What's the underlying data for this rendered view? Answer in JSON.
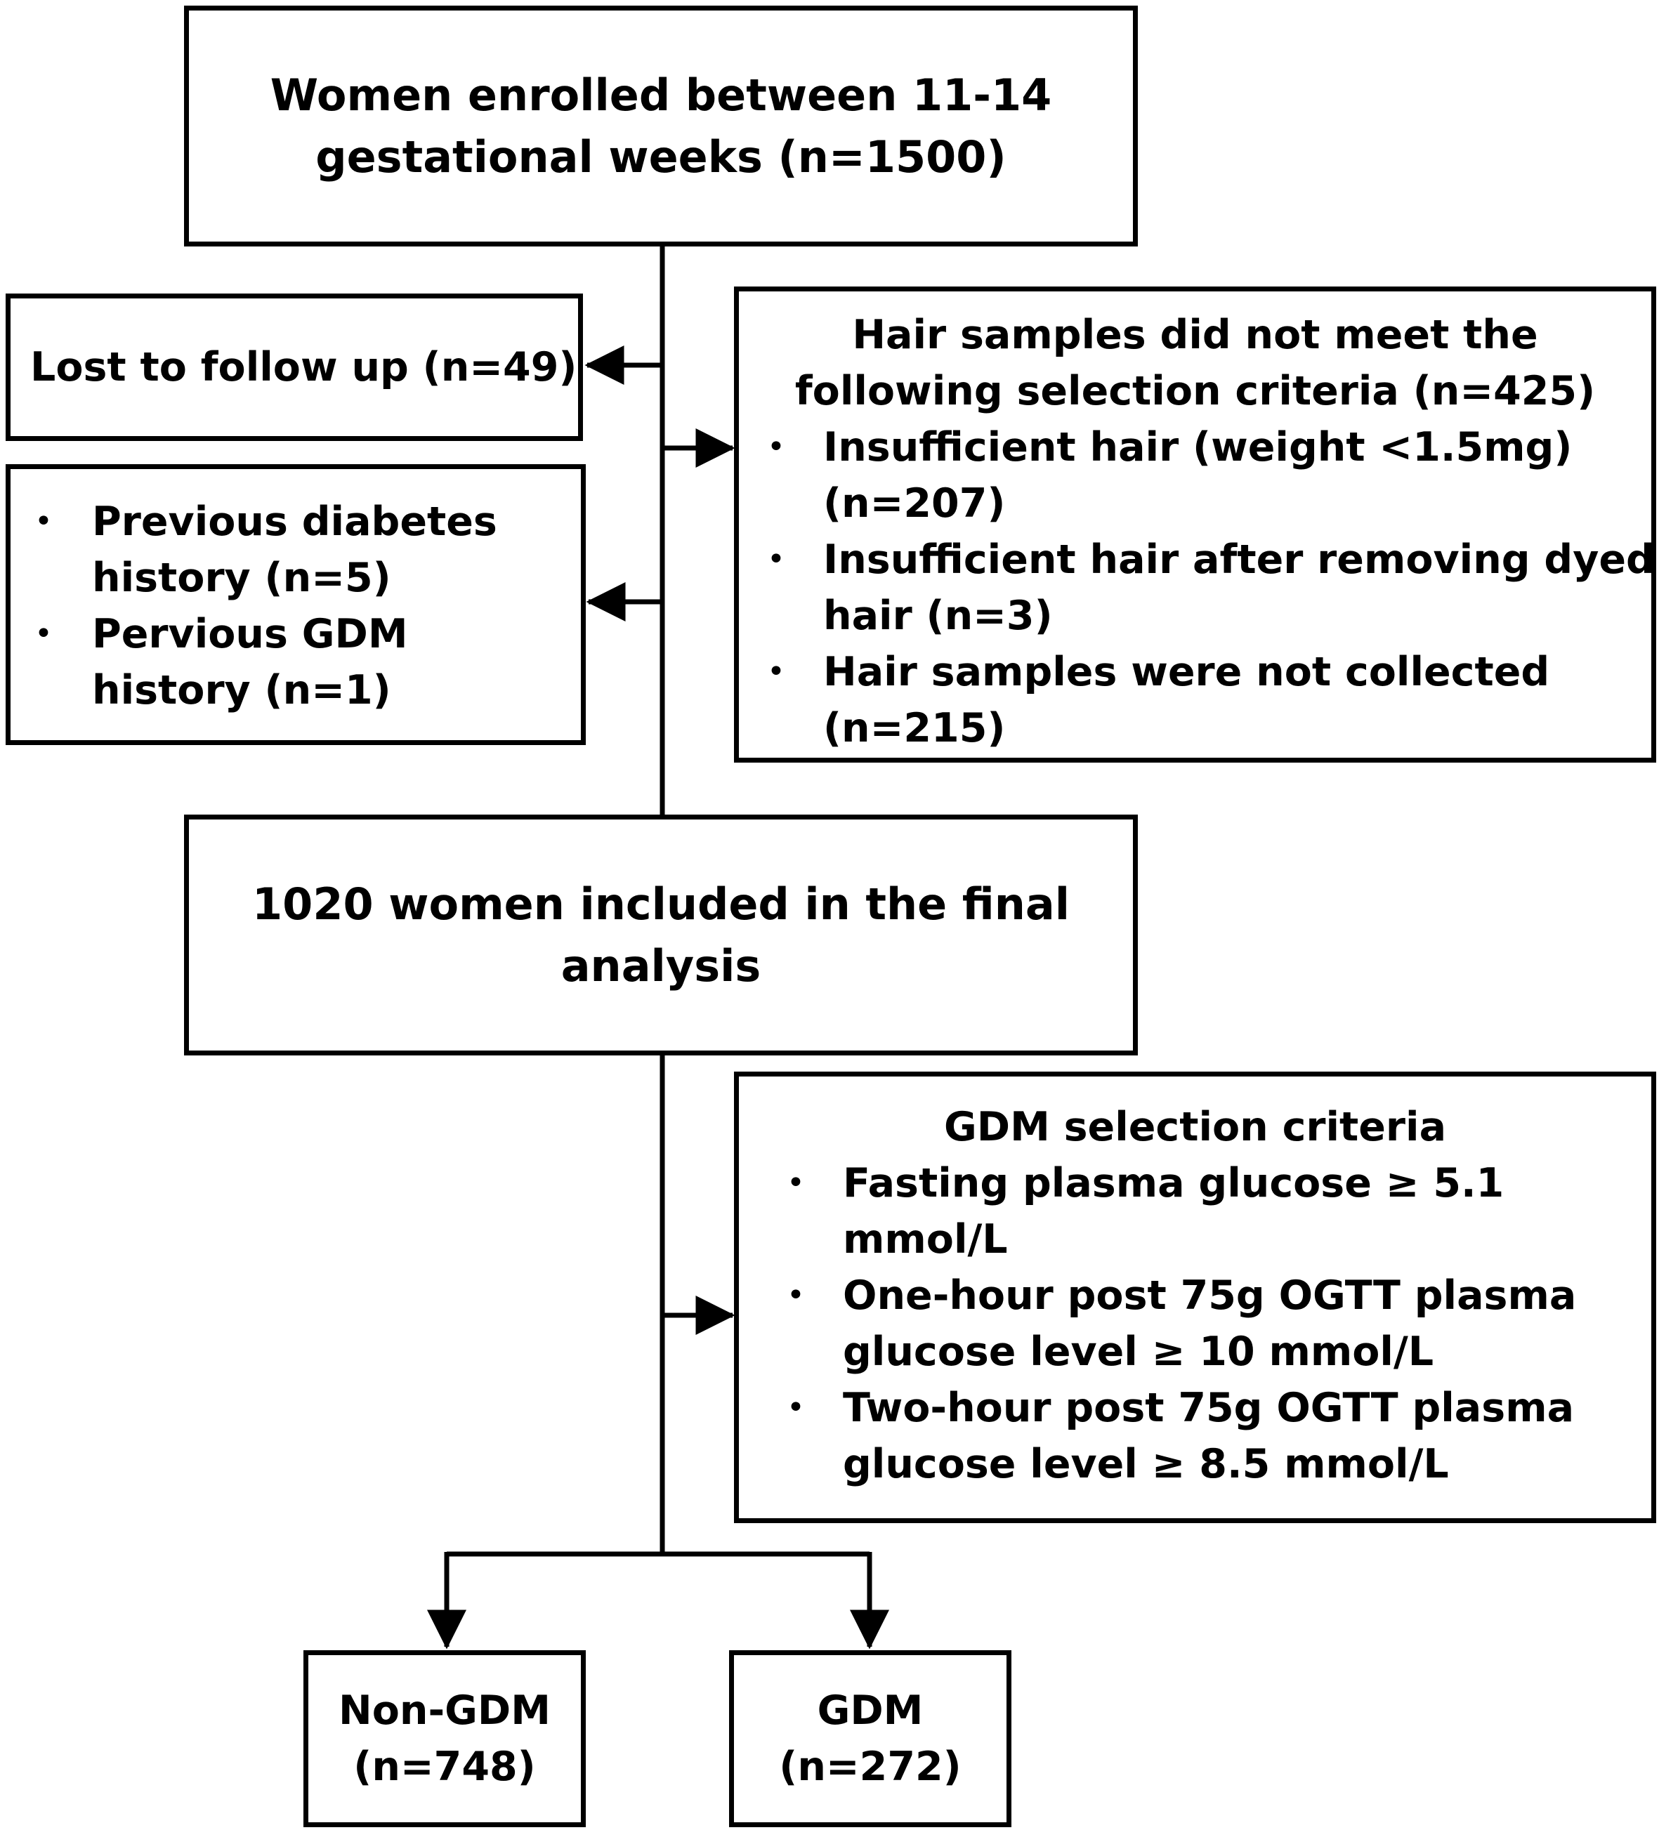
{
  "boxes": {
    "enrolled": {
      "lines": [
        "Women enrolled between 11-14",
        "gestational weeks (n=1500)"
      ]
    },
    "lost_follow_up": {
      "text": "Lost to follow up (n=49)"
    },
    "history": {
      "items": [
        {
          "lines": [
            "Previous diabetes",
            "history (n=5)"
          ]
        },
        {
          "lines": [
            "Pervious GDM",
            "history (n=1)"
          ]
        }
      ]
    },
    "hair_excluded": {
      "title_lines": [
        "Hair samples did not meet the",
        "following selection criteria (n=425)"
      ],
      "items": [
        {
          "lines": [
            "Insufficient hair (weight <1.5mg)",
            "(n=207)"
          ]
        },
        {
          "lines": [
            "Insufficient hair after removing dyed",
            "hair (n=3)"
          ]
        },
        {
          "lines": [
            "Hair samples were not collected",
            "(n=215)"
          ]
        }
      ]
    },
    "final": {
      "lines": [
        "1020 women included in the final",
        "analysis"
      ]
    },
    "gdm_criteria": {
      "title": "GDM selection criteria",
      "items": [
        {
          "lines": [
            "Fasting plasma glucose ≥ 5.1",
            "mmol/L"
          ]
        },
        {
          "lines": [
            "One-hour post 75g OGTT plasma",
            "glucose level ≥ 10 mmol/L"
          ]
        },
        {
          "lines": [
            "Two-hour post 75g OGTT plasma",
            "glucose level ≥ 8.5 mmol/L"
          ]
        }
      ]
    },
    "non_gdm": {
      "lines": [
        "Non-GDM",
        "(n=748)"
      ]
    },
    "gdm": {
      "lines": [
        "GDM",
        "(n=272)"
      ]
    }
  },
  "bullet": "•",
  "colors": {
    "line": "#000000",
    "background": "#ffffff"
  }
}
